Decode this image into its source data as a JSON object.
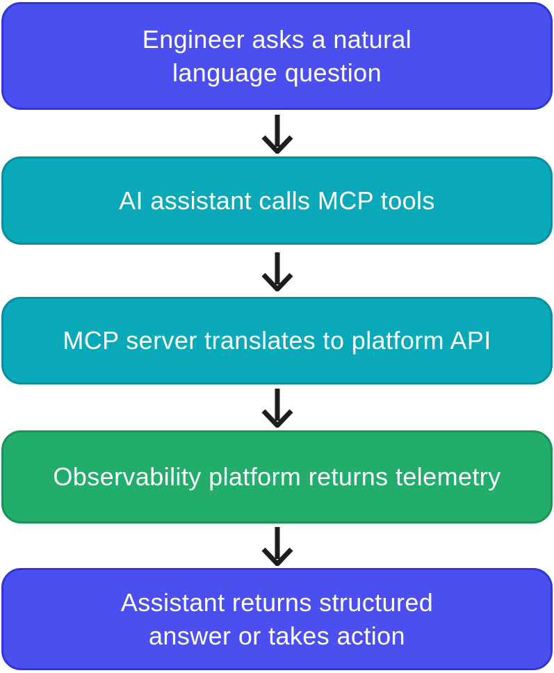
{
  "flow": {
    "type": "vertical-flowchart",
    "background": "#ffffff",
    "text_color": "#ffffff",
    "arrow_color": "#1d1d1b",
    "steps": [
      {
        "label": "Engineer asks a natural language question",
        "fill": "#4b4ff0",
        "border": "#3236d0"
      },
      {
        "label": "AI assistant calls MCP tools",
        "fill": "#0aa9ba",
        "border": "#0a8e9d"
      },
      {
        "label": "MCP server translates to platform API",
        "fill": "#0aa9ba",
        "border": "#0a8e9d"
      },
      {
        "label": "Observability platform returns telemetry",
        "fill": "#22ad6b",
        "border": "#199257"
      },
      {
        "label": "Assistant returns structured answer or takes action",
        "fill": "#4b4ff0",
        "border": "#3236d0"
      }
    ]
  }
}
